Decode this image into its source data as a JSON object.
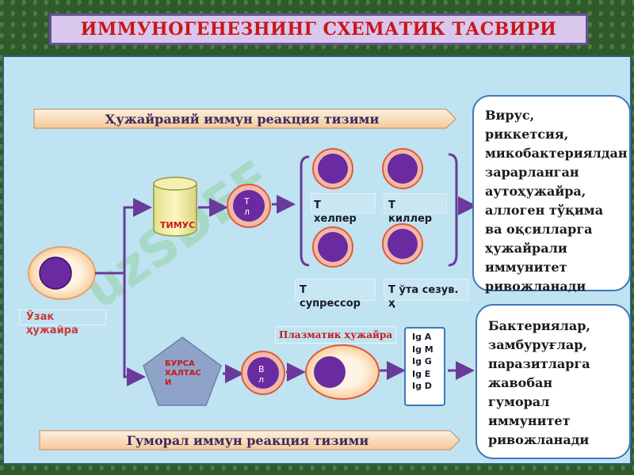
{
  "title": "ИММУНОГЕНЕЗНИНГ СХЕМАТИК ТАСВИРИ",
  "banners": {
    "cellular": "Ҳужайравий иммун реакция тизими",
    "humoral": "Гуморал иммун реакция тизими"
  },
  "notes": {
    "cellular": "Вирус, риккетсия, микобактериялдан зарарланган аутоҳужайра, аллоген тўқима ва оқсилларга ҳужайрали иммунитет ривожланади",
    "humoral": "Бактериялар, замбуруғлар, паразитларга жавобан гуморал иммунитет ривожланади"
  },
  "nodes": {
    "stem_cell": "Ўзак ҳужайра",
    "thymus": "ТИМУС",
    "bursa": "БУРСА ХАЛТАС И",
    "t_cell": "Т л",
    "b_cell": "В л",
    "plasma_cell": "Плазматик ҳужайра"
  },
  "t_subtypes": {
    "helper": "Т хелпер",
    "killer": "Т киллер",
    "suppressor": "Т супрессор",
    "memory": "Т ўта сезув. ҳ"
  },
  "immunoglobulins": [
    "Ig A",
    "Ig M",
    "Ig G",
    "Ig E",
    "Ig D"
  ],
  "colors": {
    "cell_nucleus": "#6a2aa0",
    "cell_body": "#fbe3c6",
    "cell_border": "#e05a3a",
    "arrow": "#6a3a9a",
    "title_text": "#c81818"
  },
  "watermark": "uzSDEF"
}
